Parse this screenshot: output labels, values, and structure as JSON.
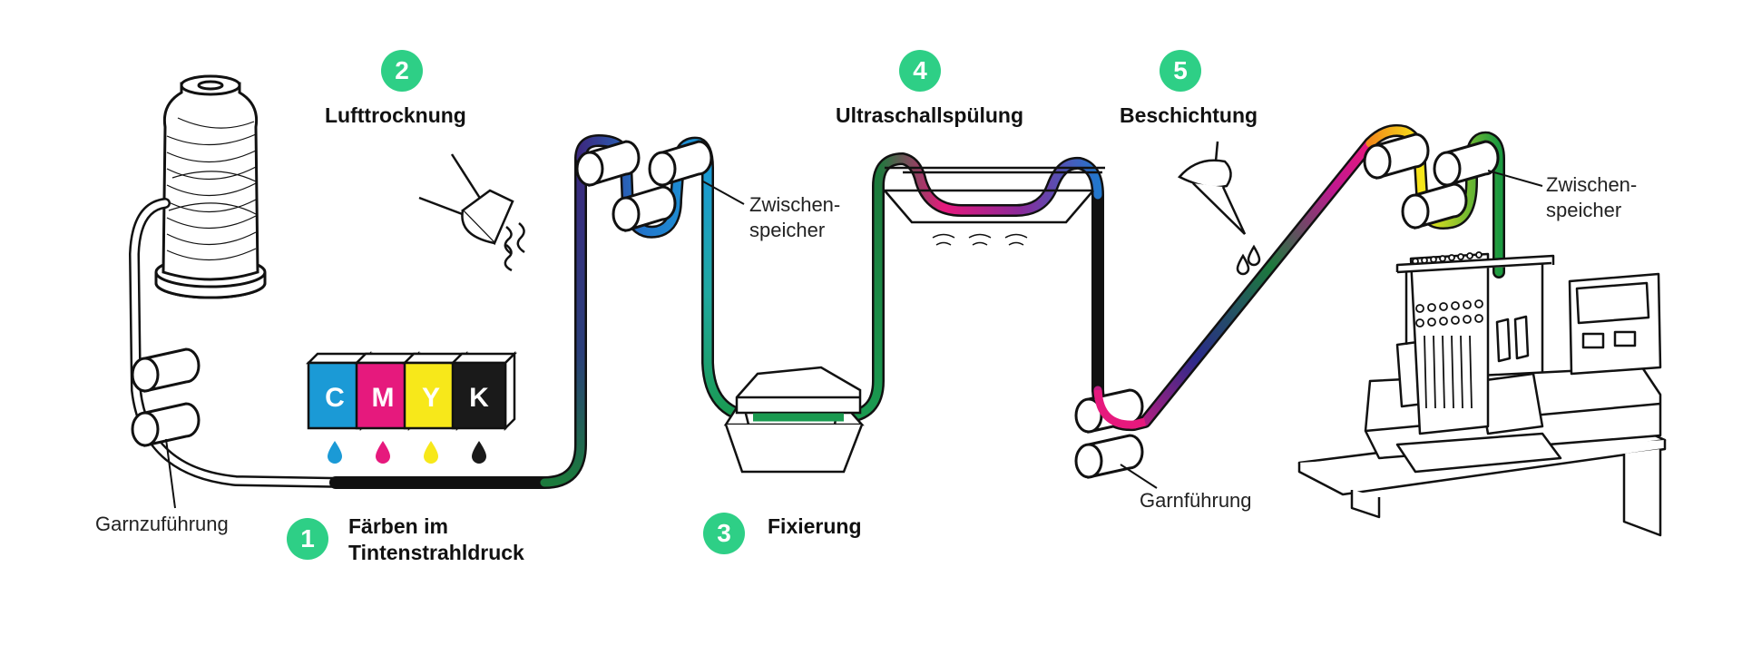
{
  "colors": {
    "accent_green": "#2ecf86",
    "cyan": "#1b9ad6",
    "magenta": "#e6197d",
    "yellow": "#f7e81a",
    "black": "#1a1a1a",
    "outline": "#111111"
  },
  "steps": [
    {
      "number": "1",
      "title_line1": "Färben im",
      "title_line2": "Tintenstrahldruck"
    },
    {
      "number": "2",
      "title": "Lufttrocknung"
    },
    {
      "number": "3",
      "title": "Fixierung"
    },
    {
      "number": "4",
      "title": "Ultraschallspülung"
    },
    {
      "number": "5",
      "title": "Beschichtung"
    }
  ],
  "labels": {
    "yarn_feed": "Garnzuführung",
    "buffer1_line1": "Zwischen-",
    "buffer1_line2": "speicher",
    "yarn_guide": "Garnführung",
    "buffer2_line1": "Zwischen-",
    "buffer2_line2": "speicher"
  },
  "ink_cartridges": [
    "C",
    "M",
    "Y",
    "K"
  ],
  "icons": [
    "thread-spool-icon",
    "air-dryer-icon",
    "fixation-oven-icon",
    "ultrasonic-bath-icon",
    "coating-nozzle-icon",
    "embroidery-machine-icon"
  ]
}
